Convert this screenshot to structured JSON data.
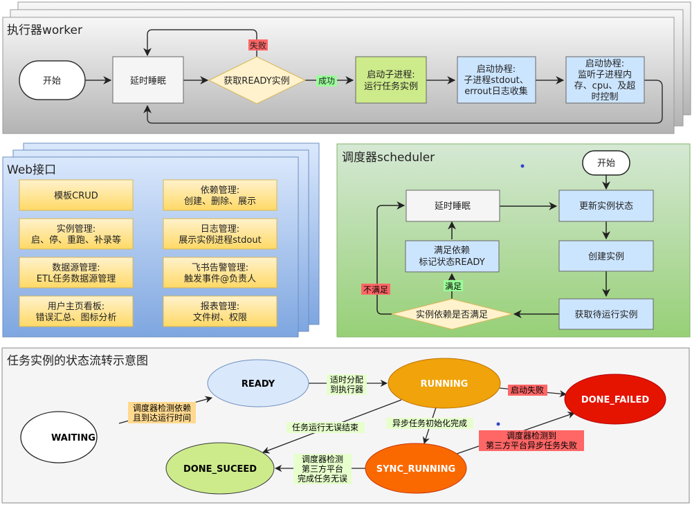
{
  "worker": {
    "title": "执行器worker",
    "start": "开始",
    "sleep": "延时睡眠",
    "fetch": "获取READY实例",
    "fail_label": "失败",
    "success_label": "成功",
    "subprocess": [
      "启动子进程:",
      "运行任务实例"
    ],
    "log_coroutine": [
      "启动协程:",
      "子进程stdout、",
      "errout日志收集"
    ],
    "monitor_coroutine": [
      "启动协程:",
      "监听子进程内",
      "存、cpu、及超",
      "时控制"
    ]
  },
  "web": {
    "title": "Web接口",
    "items": [
      [
        "模板CRUD"
      ],
      [
        "依赖管理:",
        "创建、删除、展示"
      ],
      [
        "实例管理:",
        "启、停、重跑、补录等"
      ],
      [
        "日志管理:",
        "展示实例进程stdout"
      ],
      [
        "数据源管理:",
        "ETL任务数据源管理"
      ],
      [
        "飞书告警管理:",
        "触发事件@负责人"
      ],
      [
        "用户主页看板:",
        "错误汇总、图标分析"
      ],
      [
        "报表管理:",
        "文件树、权限"
      ]
    ]
  },
  "scheduler": {
    "title": "调度器scheduler",
    "start": "开始",
    "sleep": "延时睡眠",
    "update": "更新实例状态",
    "create": "创建实例",
    "fetch": "获取待运行实例",
    "check": "实例依赖是否满足",
    "ready": [
      "满足依赖",
      "标记状态READY"
    ],
    "yes_label": "满足",
    "no_label": "不满足"
  },
  "states": {
    "title": "任务实例的状态流转示意图",
    "nodes": {
      "waiting": "WAITING",
      "ready": "READY",
      "running": "RUNNING",
      "done_failed": "DONE_FAILED",
      "done_suceed": "DONE_SUCEED",
      "sync_running": "SYNC_RUNNING"
    },
    "edges": {
      "waiting_ready": [
        "调度器检测依赖",
        "且到达运行时间"
      ],
      "ready_running": [
        "适时分配",
        "到执行器"
      ],
      "running_failed": [
        "启动失败"
      ],
      "running_success": [
        "任务运行无误结束"
      ],
      "running_sync": [
        "异步任务初始化完成"
      ],
      "sync_success": [
        "调度器检测",
        "第三方平台",
        "完成任务无误"
      ],
      "sync_failed": [
        "调度器检测到",
        "第三方平台异步任务失败"
      ]
    }
  },
  "colors": {
    "fail_bg": "#ff6666",
    "success_bg": "#99ff99",
    "blue_box": "#cce5ff",
    "green_box": "#cdeb8b",
    "yellow_box": "#ffd966",
    "diamond": "#fff2cc",
    "running": "#f0a30a",
    "sync_running": "#fa6800",
    "done_failed": "#e51400",
    "done_suceed": "#cdeb8b",
    "ready_state": "#dae8fc"
  }
}
